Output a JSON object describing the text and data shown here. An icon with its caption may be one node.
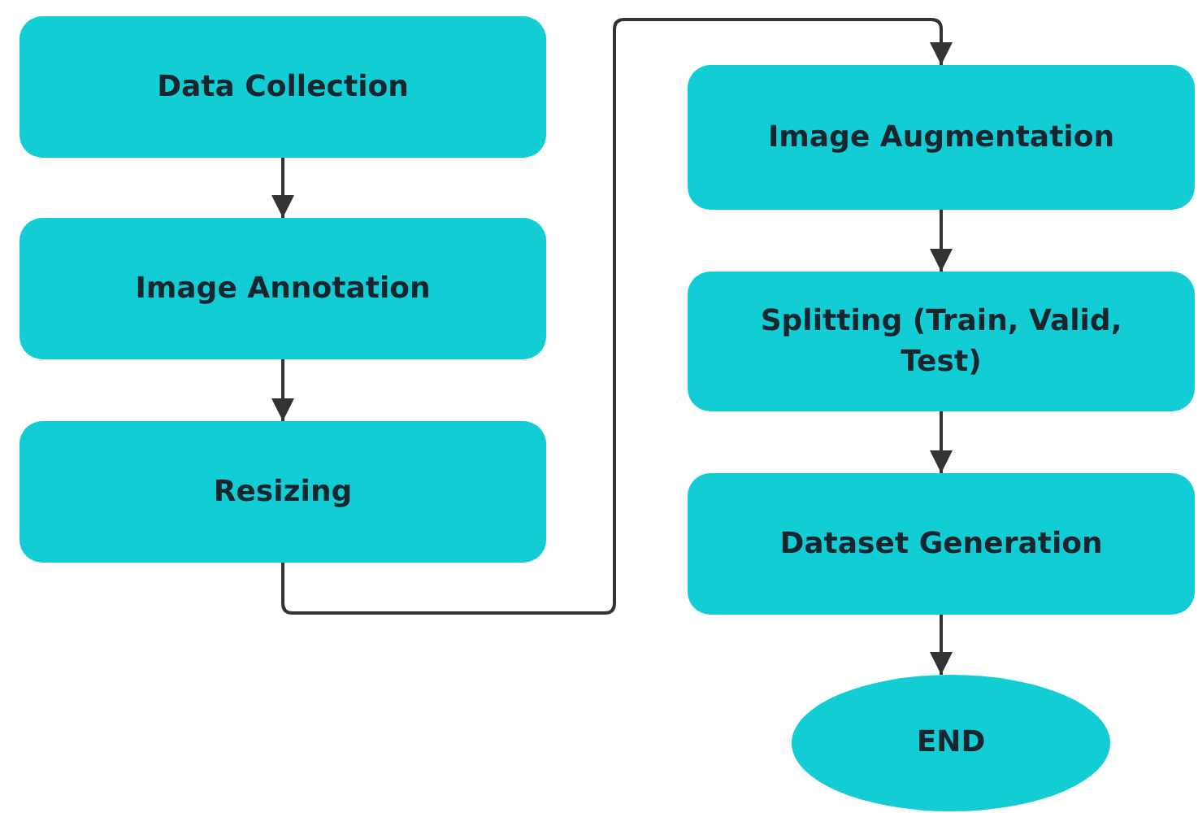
{
  "diagram": {
    "nodes": [
      {
        "text": [
          "Data Collection"
        ]
      },
      {
        "text": [
          "Image Annotation"
        ]
      },
      {
        "text": [
          "Resizing"
        ]
      },
      {
        "text": [
          "Image Augmentation"
        ]
      },
      {
        "text": [
          "Splitting (Train, Valid, Test)"
        ]
      },
      {
        "text": [
          "Dataset Generation"
        ]
      },
      {
        "text": [
          "END"
        ]
      }
    ],
    "edges": [
      {
        "from": 0,
        "to": 1,
        "arrow": "to"
      },
      {
        "from": 1,
        "to": 2,
        "arrow": "to"
      },
      {
        "from": 2,
        "to": 3,
        "arrow": "to"
      },
      {
        "from": 3,
        "to": 4,
        "arrow": "to"
      },
      {
        "from": 4,
        "to": 5,
        "arrow": "to"
      },
      {
        "from": 5,
        "to": 6,
        "arrow": "to"
      }
    ]
  }
}
